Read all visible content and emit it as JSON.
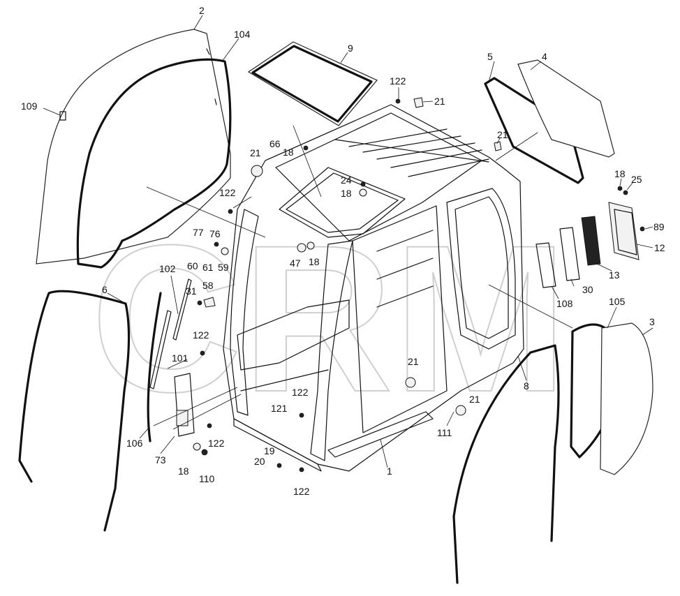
{
  "watermark": "CRM",
  "callouts": [
    {
      "id": "c2",
      "text": "2"
    },
    {
      "id": "c104",
      "text": "104"
    },
    {
      "id": "c109",
      "text": "109"
    },
    {
      "id": "c9",
      "text": "9"
    },
    {
      "id": "c5",
      "text": "5"
    },
    {
      "id": "c4",
      "text": "4"
    },
    {
      "id": "c122a",
      "text": "122"
    },
    {
      "id": "c21a",
      "text": "21"
    },
    {
      "id": "c21b",
      "text": "21"
    },
    {
      "id": "c66",
      "text": "66"
    },
    {
      "id": "c18a",
      "text": "18"
    },
    {
      "id": "c21c",
      "text": "21"
    },
    {
      "id": "c24",
      "text": "24"
    },
    {
      "id": "c18b",
      "text": "18"
    },
    {
      "id": "c122b",
      "text": "122"
    },
    {
      "id": "c18c",
      "text": "18"
    },
    {
      "id": "c25",
      "text": "25"
    },
    {
      "id": "c89",
      "text": "89"
    },
    {
      "id": "c12",
      "text": "12"
    },
    {
      "id": "c13",
      "text": "13"
    },
    {
      "id": "c30",
      "text": "30"
    },
    {
      "id": "c108",
      "text": "108"
    },
    {
      "id": "c77",
      "text": "77"
    },
    {
      "id": "c76",
      "text": "76"
    },
    {
      "id": "c60",
      "text": "60"
    },
    {
      "id": "c61",
      "text": "61"
    },
    {
      "id": "c59",
      "text": "59"
    },
    {
      "id": "c47",
      "text": "47"
    },
    {
      "id": "c18d",
      "text": "18"
    },
    {
      "id": "c102",
      "text": "102"
    },
    {
      "id": "c31",
      "text": "31"
    },
    {
      "id": "c58",
      "text": "58"
    },
    {
      "id": "c6",
      "text": "6"
    },
    {
      "id": "c105",
      "text": "105"
    },
    {
      "id": "c3",
      "text": "3"
    },
    {
      "id": "c122c",
      "text": "122"
    },
    {
      "id": "c101",
      "text": "101"
    },
    {
      "id": "c21d",
      "text": "21"
    },
    {
      "id": "c8",
      "text": "8"
    },
    {
      "id": "c122d",
      "text": "122"
    },
    {
      "id": "c121",
      "text": "121"
    },
    {
      "id": "c21e",
      "text": "21"
    },
    {
      "id": "c111",
      "text": "111"
    },
    {
      "id": "c106",
      "text": "106"
    },
    {
      "id": "c122e",
      "text": "122"
    },
    {
      "id": "c73",
      "text": "73"
    },
    {
      "id": "c19",
      "text": "19"
    },
    {
      "id": "c20",
      "text": "20"
    },
    {
      "id": "c1",
      "text": "1"
    },
    {
      "id": "c18e",
      "text": "18"
    },
    {
      "id": "c110",
      "text": "110"
    },
    {
      "id": "c122f",
      "text": "122"
    }
  ]
}
